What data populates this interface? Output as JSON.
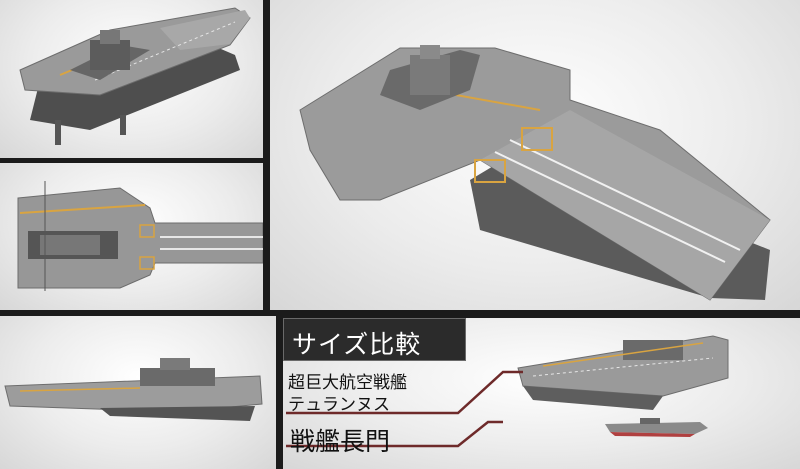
{
  "comparison": {
    "heading": "サイズ比較",
    "carrier_name_line1": "超巨大航空戦艦",
    "carrier_name_line2": "テュランヌス",
    "battleship_name": "戦艦長門"
  },
  "colors": {
    "frame": "#1b1b1b",
    "deck": "#8f8f8f",
    "deck_light": "#b9b9b9",
    "hull": "#5a5a5a",
    "stripe": "#d9a441",
    "leader_line": "#6e2a2a",
    "label_bg": "#2b2b2b"
  },
  "icons": [
    "carrier-3d-model",
    "battleship-model"
  ]
}
